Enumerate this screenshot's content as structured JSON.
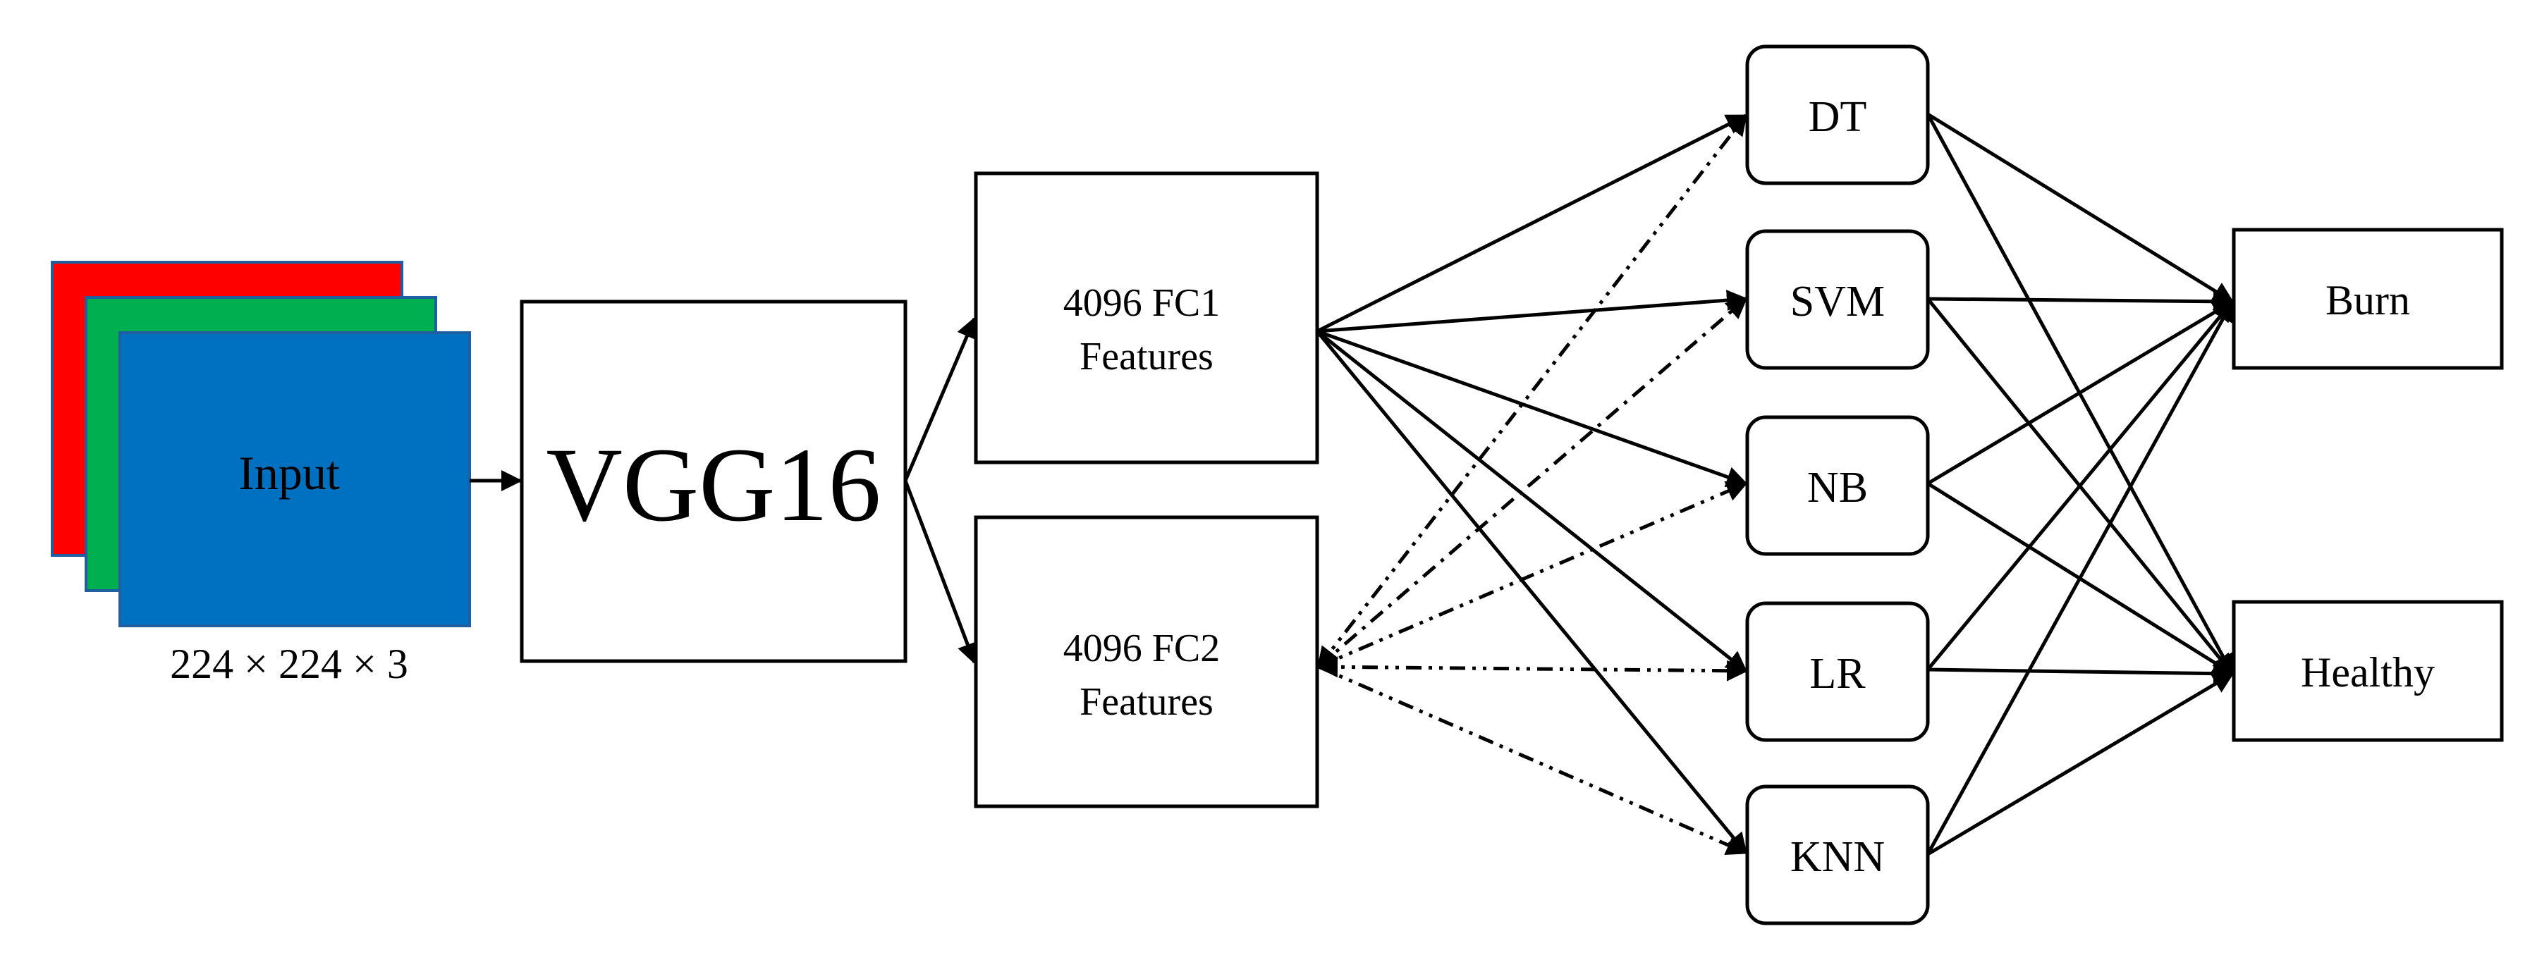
{
  "input": {
    "label": "Input",
    "dimensions": "224 × 224 × 3",
    "channel_colors": [
      "#ff0000",
      "#00b050",
      "#0070c0"
    ]
  },
  "backbone": {
    "label": "VGG16"
  },
  "features": [
    {
      "id": "fc1",
      "line1": "4096 FC1",
      "line2": "Features"
    },
    {
      "id": "fc2",
      "line1": "4096 FC2",
      "line2": "Features"
    }
  ],
  "classifiers": [
    {
      "id": "dt",
      "label": "DT"
    },
    {
      "id": "svm",
      "label": "SVM"
    },
    {
      "id": "nb",
      "label": "NB"
    },
    {
      "id": "lr",
      "label": "LR"
    },
    {
      "id": "knn",
      "label": "KNN"
    }
  ],
  "outputs": [
    {
      "id": "burn",
      "label": "Burn"
    },
    {
      "id": "healthy",
      "label": "Healthy"
    }
  ]
}
